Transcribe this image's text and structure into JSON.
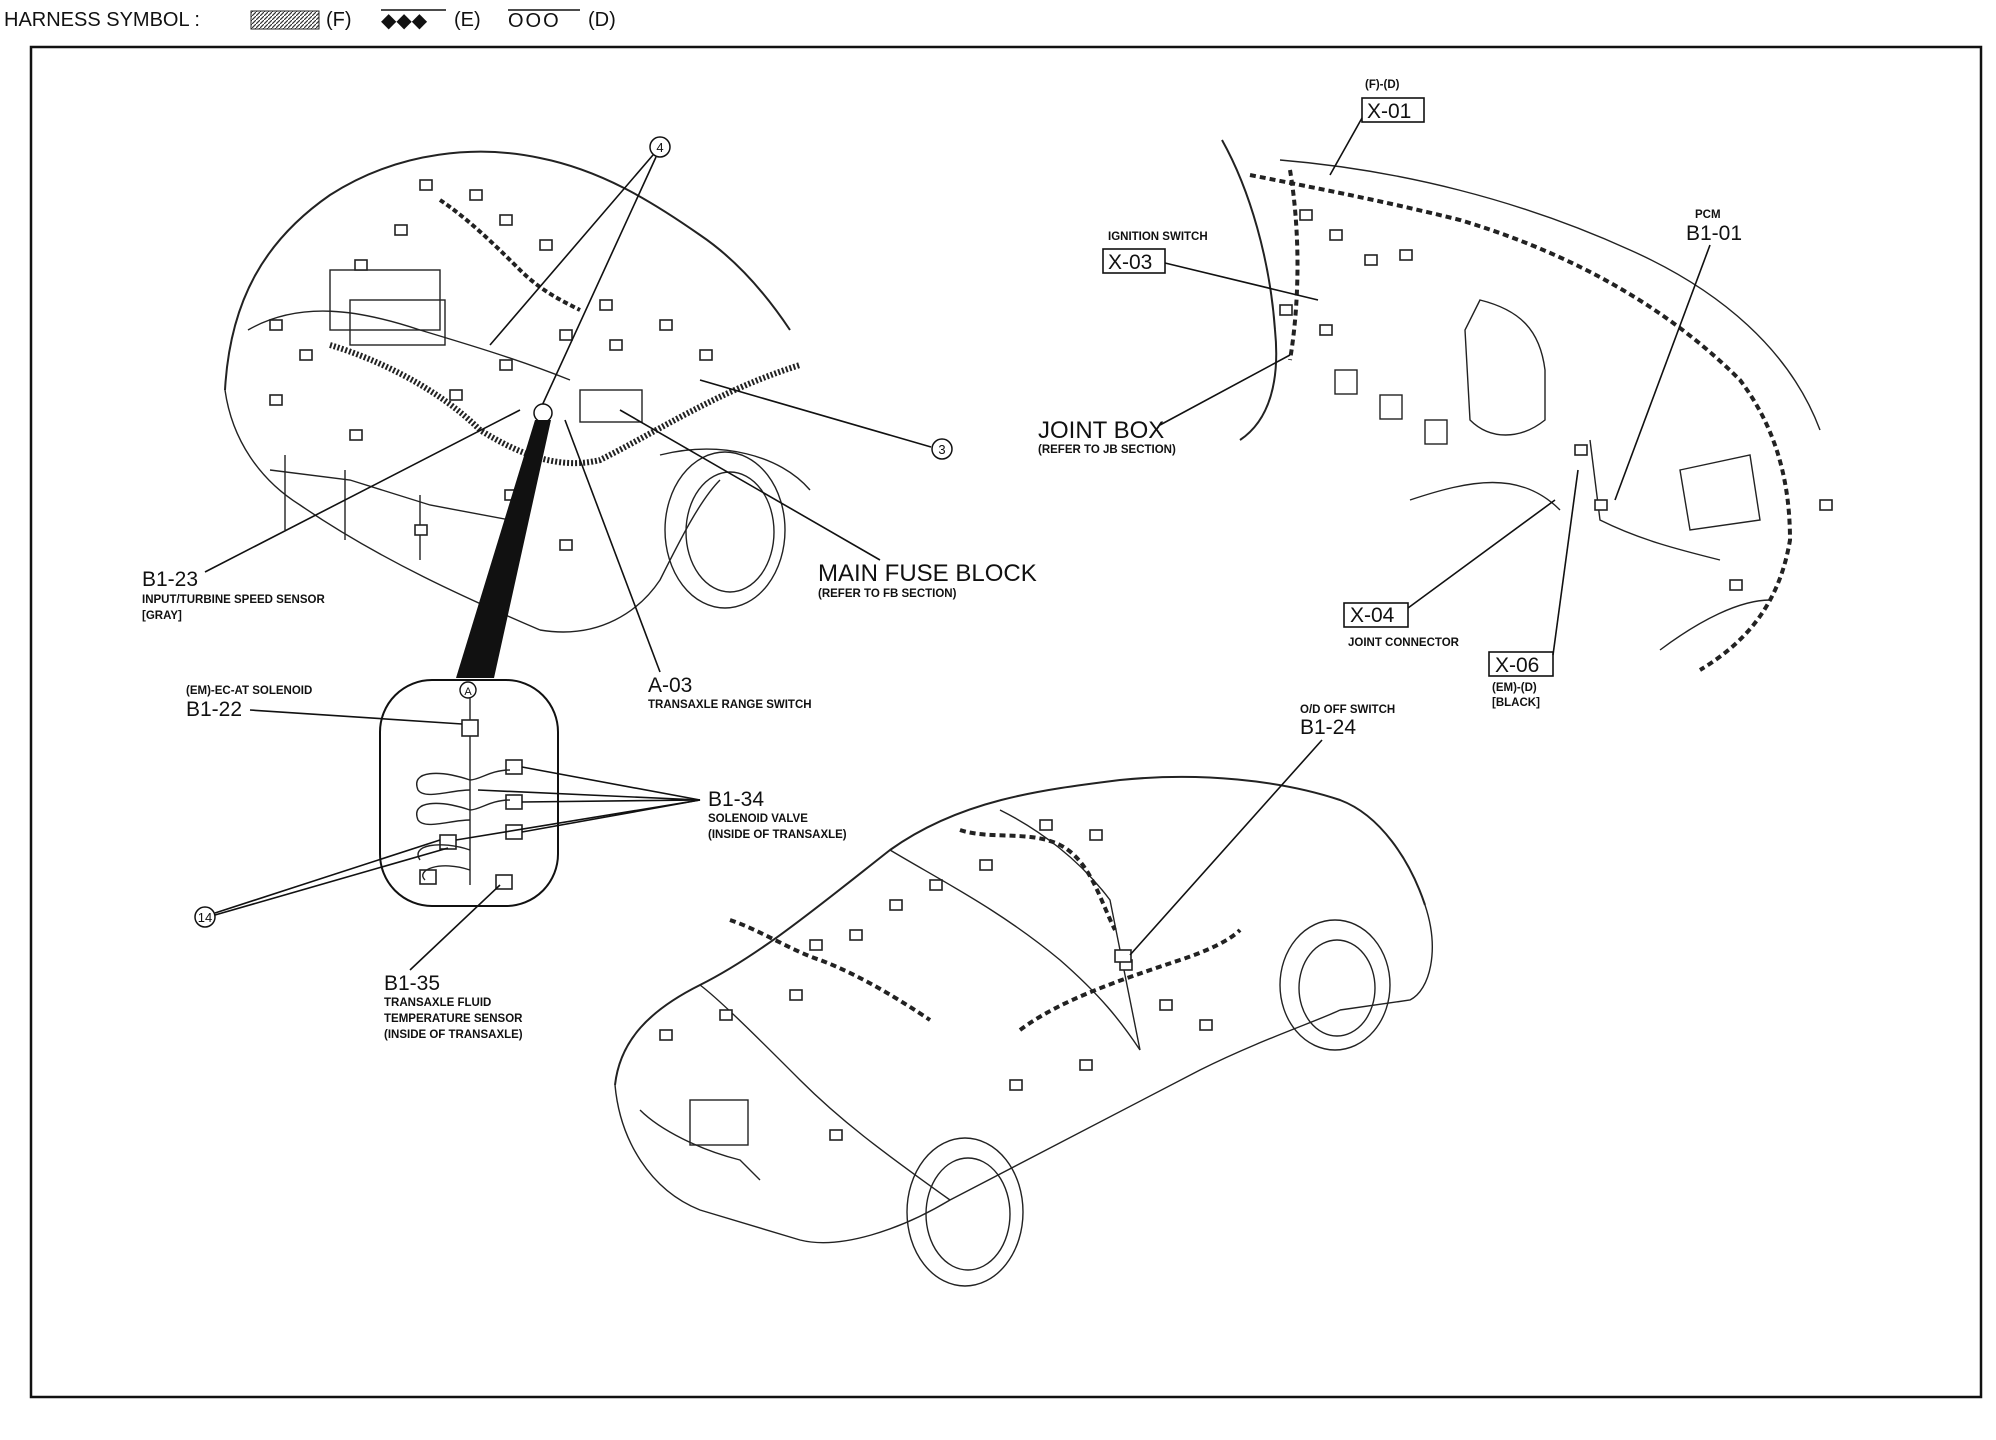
{
  "header": {
    "harness_symbol_label": "HARNESS SYMBOL :",
    "symbols": [
      {
        "mark": "",
        "code": "(F)"
      },
      {
        "mark": "◆◆◆",
        "code": "(E)"
      },
      {
        "mark": "OOO",
        "code": "(D)"
      }
    ]
  },
  "callouts": {
    "c4": "4",
    "c3": "3",
    "c14": "14",
    "cA": "A"
  },
  "labels": {
    "x01": {
      "sub": "(F)-(D)",
      "code": "X-01"
    },
    "x03": {
      "sub": "IGNITION SWITCH",
      "code": "X-03"
    },
    "b101": {
      "sub": "PCM",
      "code": "B1-01"
    },
    "joint_box": {
      "title": "JOINT BOX",
      "sub": "(REFER TO JB SECTION)"
    },
    "main_fuse": {
      "title": "MAIN FUSE BLOCK",
      "sub": "(REFER TO FB SECTION)"
    },
    "b123": {
      "code": "B1-23",
      "line1": "INPUT/TURBINE SPEED SENSOR",
      "line2": "[GRAY]"
    },
    "a03": {
      "code": "A-03",
      "sub": "TRANSAXLE RANGE SWITCH"
    },
    "x04": {
      "code": "X-04",
      "sub": "JOINT CONNECTOR"
    },
    "x06": {
      "code": "X-06",
      "line1": "(EM)-(D)",
      "line2": "[BLACK]"
    },
    "b122": {
      "sub": "(EM)-EC-AT SOLENOID",
      "code": "B1-22"
    },
    "b134": {
      "code": "B1-34",
      "line1": "SOLENOID VALVE",
      "line2": "(INSIDE OF TRANSAXLE)"
    },
    "b135": {
      "code": "B1-35",
      "line1": "TRANSAXLE FLUID",
      "line2": "TEMPERATURE SENSOR",
      "line3": "(INSIDE OF TRANSAXLE)"
    },
    "b124": {
      "sub": "O/D OFF SWITCH",
      "code": "B1-24"
    }
  }
}
